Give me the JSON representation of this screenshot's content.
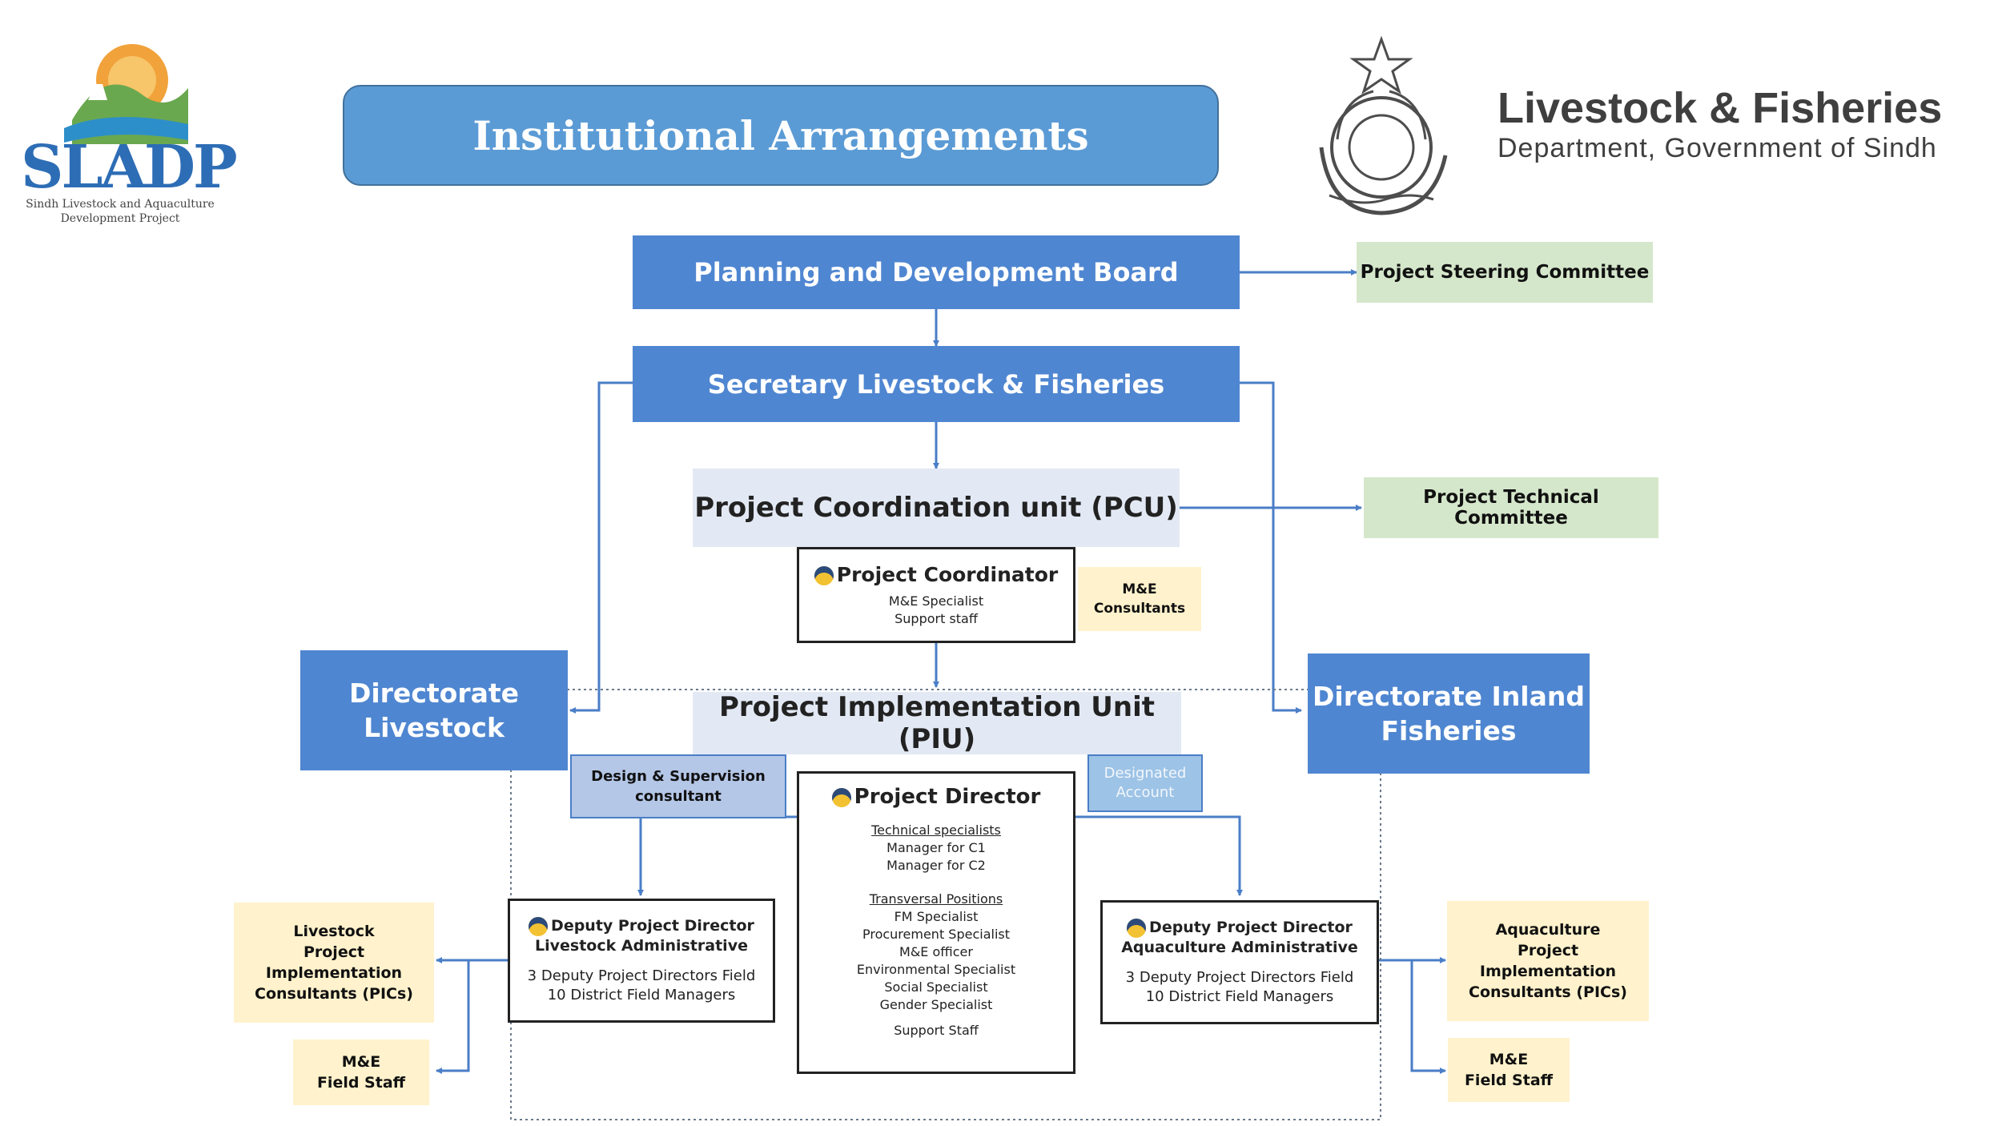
{
  "header": {
    "title": "Institutional Arrangements",
    "left_logo": {
      "name": "SLADP",
      "subtitle_line1": "Sindh Livestock and Aquaculture",
      "subtitle_line2": "Development Project"
    },
    "right_logo": {
      "title": "Livestock & Fisheries",
      "subtitle": "Department, Government of Sindh"
    }
  },
  "chart": {
    "planning_board": "Planning and Development Board",
    "steering_committee": "Project Steering Committee",
    "secretary": "Secretary Livestock & Fisheries",
    "pcu": "Project Coordination unit (PCU)",
    "technical_committee": "Project Technical Committee",
    "coordinator": {
      "title": "Project Coordinator",
      "line1": "M&E Specialist",
      "line2": "Support staff"
    },
    "me_consultants": {
      "line1": "M&E",
      "line2": "Consultants"
    },
    "directorate_livestock": {
      "line1": "Directorate",
      "line2": "Livestock"
    },
    "directorate_fisheries": {
      "line1": "Directorate Inland",
      "line2": "Fisheries"
    },
    "piu": "Project Implementation Unit (PIU)",
    "design_consultant": {
      "line1": "Design & Supervision",
      "line2": "consultant"
    },
    "designated_account": {
      "line1": "Designated",
      "line2": "Account"
    },
    "director": {
      "title": "Project Director",
      "tech_heading": "Technical specialists",
      "tech_items": [
        "Manager for C1",
        "Manager for C2"
      ],
      "trans_heading": "Transversal Positions",
      "trans_items": [
        "FM Specialist",
        "Procurement Specialist",
        "M&E officer",
        "Environmental Specialist",
        "Social Specialist",
        "Gender Specialist"
      ],
      "support": "Support Staff"
    },
    "dpd_livestock": {
      "line1": "Deputy Project Director",
      "line2": "Livestock  Administrative",
      "line3": "3 Deputy Project Directors Field",
      "line4": "10 District Field Managers"
    },
    "dpd_aquaculture": {
      "line1": "Deputy Project Director",
      "line2": "Aquaculture Administrative",
      "line3": "3 Deputy Project Directors Field",
      "line4": "10 District Field Managers"
    },
    "livestock_pics": {
      "line1": "Livestock",
      "line2": "Project Implementation",
      "line3": "Consultants  (PICs)"
    },
    "aquaculture_pics": {
      "line1": "Aquaculture",
      "line2": "Project Implementation",
      "line3": "Consultants  (PICs)"
    },
    "me_field_left": {
      "line1": "M&E",
      "line2": "Field Staff"
    },
    "me_field_right": {
      "line1": "M&E",
      "line2": "Field Staff"
    }
  }
}
